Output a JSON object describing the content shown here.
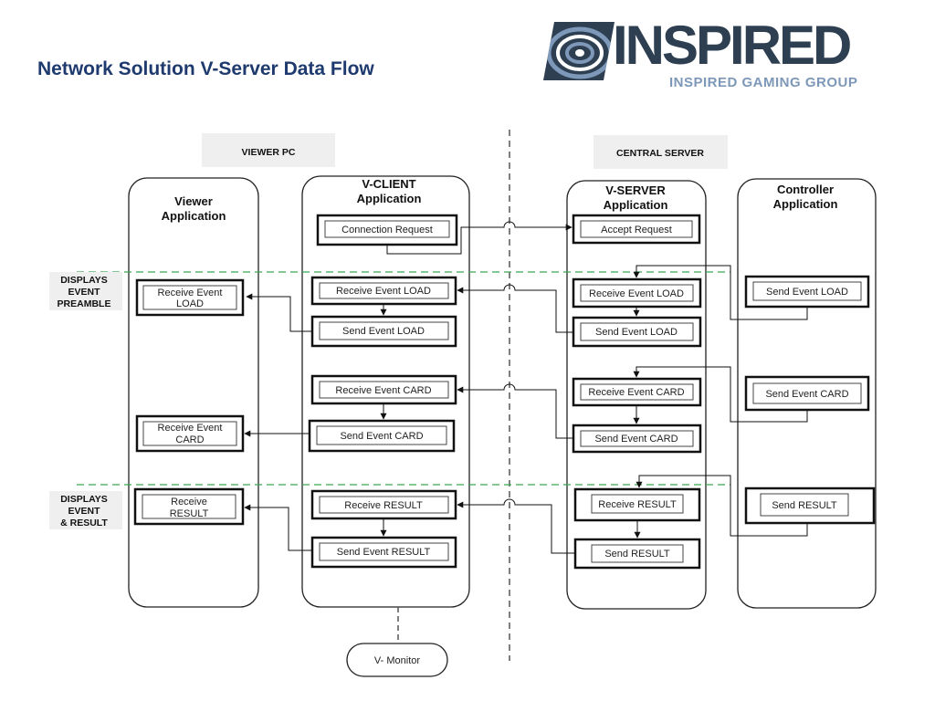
{
  "title": "Network Solution V-Server Data Flow",
  "logo": {
    "word": "INSPIRED",
    "subtitle": "INSPIRED GAMING GROUP",
    "icon": "swirl-logo-icon"
  },
  "sections": {
    "viewer_pc": "VIEWER PC",
    "central_server": "CENTRAL SERVER"
  },
  "columns": {
    "viewer": {
      "line1": "Viewer",
      "line2": "Application"
    },
    "vclient": {
      "line1": "V-CLIENT",
      "line2": "Application"
    },
    "vserver": {
      "line1": "V-SERVER",
      "line2": "Application"
    },
    "controller": {
      "line1": "Controller",
      "line2": "Application"
    }
  },
  "side_labels": {
    "preamble": [
      "DISPLAYS",
      "EVENT",
      "PREAMBLE"
    ],
    "result": [
      "DISPLAYS",
      "EVENT",
      "& RESULT"
    ]
  },
  "viewer_boxes": {
    "load": [
      "Receive Event",
      "LOAD"
    ],
    "card": [
      "Receive Event",
      "CARD"
    ],
    "result": [
      "Receive",
      "RESULT"
    ]
  },
  "vclient_boxes": {
    "connection": "Connection Request",
    "recv_load": "Receive Event LOAD",
    "send_load": "Send Event LOAD",
    "recv_card": "Receive  Event CARD",
    "send_card": "Send Event CARD",
    "recv_result": "Receive RESULT",
    "send_result": "Send Event RESULT"
  },
  "vserver_boxes": {
    "accept": "Accept  Request",
    "recv_load": "Receive Event LOAD",
    "send_load": "Send Event LOAD",
    "recv_card": "Receive Event CARD",
    "send_card": "Send Event CARD",
    "recv_result": "Receive RESULT",
    "send_result": "Send RESULT"
  },
  "controller_boxes": {
    "load": "Send Event LOAD",
    "card": "Send Event CARD",
    "result": "Send RESULT"
  },
  "monitor": "V- Monitor",
  "colors": {
    "title": "#1f3a6e",
    "dashed_green": "#3aa655",
    "logo_dark": "#2e3f52",
    "logo_light": "#7d98b8",
    "section_bg": "#efefef"
  }
}
